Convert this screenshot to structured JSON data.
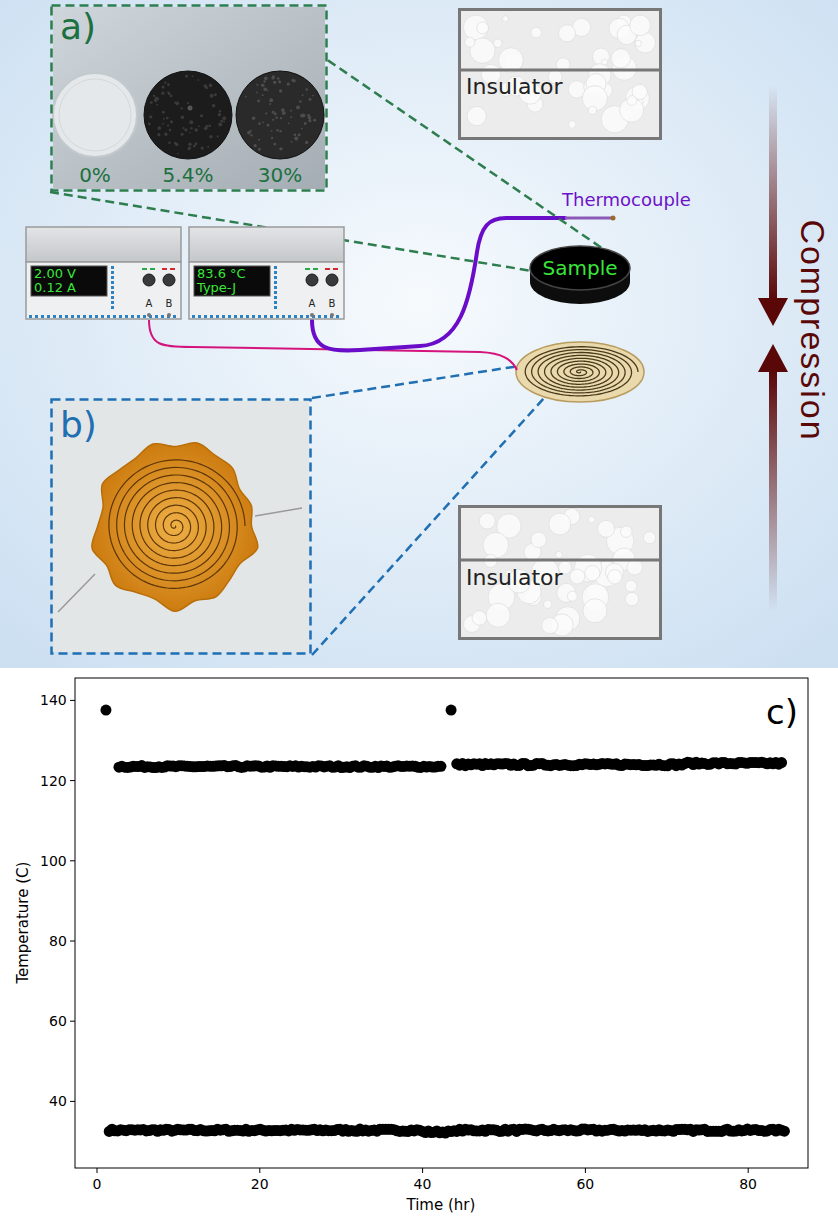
{
  "diagram": {
    "nodes": [
      {
        "text": [
          "a)",
          "0%",
          "5.4%",
          "30%"
        ]
      },
      {
        "text": [
          "Insulator"
        ]
      },
      {
        "text": [
          "2.00 V",
          "0.12 A",
          "A",
          "B"
        ]
      },
      {
        "text": [
          "83.6 °C",
          "Type-J",
          "A",
          "B"
        ]
      },
      {
        "text": [
          "Sample"
        ]
      },
      {
        "text": [
          "b)"
        ]
      },
      {
        "text": [
          "Insulator"
        ]
      }
    ],
    "edges": [
      {
        "from": 0,
        "to": 4,
        "arrow": "none"
      },
      {
        "from": 0,
        "to": 4,
        "arrow": "none"
      }
    ],
    "labels": [
      "Thermocouple",
      "Compression",
      "c)",
      "40",
      "60",
      "80",
      "100",
      "120",
      "140",
      "0",
      "20",
      "40",
      "60",
      "80",
      "Temperature (C)",
      "Time (hr)"
    ]
  }
}
